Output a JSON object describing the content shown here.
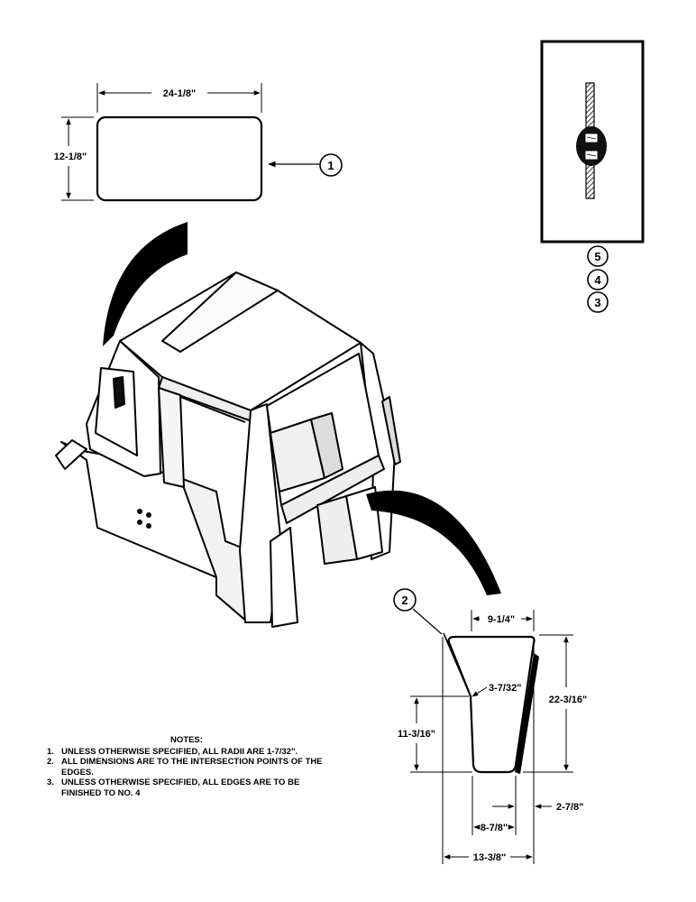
{
  "dimensions": {
    "panel1_width": "24-1/8\"",
    "panel1_height": "12-1/8\"",
    "panel2_top_width": "9-1/4\"",
    "panel2_height": "22-3/16\"",
    "panel2_step": "3-7/32\"",
    "panel2_lower_height": "11-3/16\"",
    "panel2_offset": "2-7/8\"",
    "panel2_bottom_width": "8-7/8\"",
    "panel2_overall_width": "13-3/8\""
  },
  "callouts": {
    "c1": "1",
    "c2": "2",
    "c3": "3",
    "c4": "4",
    "c5": "5"
  },
  "notes": {
    "title": "NOTES:",
    "items": [
      {
        "num": "1.",
        "text": "UNLESS OTHERWISE SPECIFIED, ALL RADII ARE 1-7/32\"."
      },
      {
        "num": "2.",
        "text": "ALL DIMENSIONS ARE TO THE INTERSECTION POINTS OF THE EDGES."
      },
      {
        "num": "3.",
        "text": "UNLESS OTHERWISE SPECIFIED, ALL EDGES ARE TO BE FINISHED TO NO. 4"
      }
    ]
  }
}
